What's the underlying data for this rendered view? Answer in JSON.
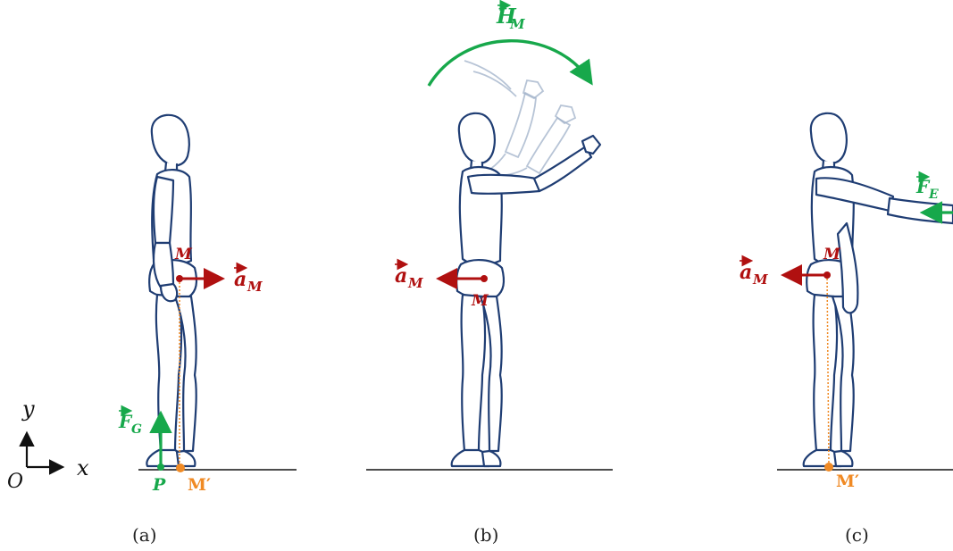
{
  "colors": {
    "figure": "#1f3d73",
    "acceleration": "#b01010",
    "force": "#17a84b",
    "projection": "#f08a24"
  },
  "axes": {
    "y_label": "y",
    "x_label": "x",
    "origin_label": "O"
  },
  "panels": [
    {
      "caption": "(a)",
      "com_label": "M",
      "accel_label": "a",
      "accel_sub": "M",
      "force_label": "F",
      "force_sub": "G",
      "point_label": "P",
      "proj_label": "M′"
    },
    {
      "caption": "(b)",
      "com_label": "M",
      "accel_label": "a",
      "accel_sub": "M",
      "momentum_label": "H",
      "momentum_sub": "M"
    },
    {
      "caption": "(c)",
      "com_label": "M",
      "accel_label": "a",
      "accel_sub": "M",
      "force_label": "F",
      "force_sub": "E",
      "proj_label": "M′"
    }
  ]
}
